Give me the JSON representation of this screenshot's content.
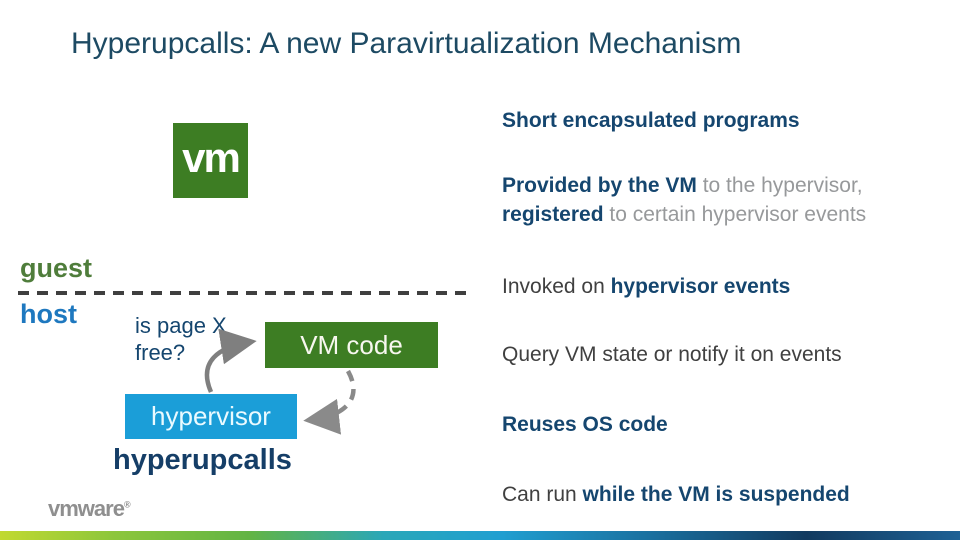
{
  "title": "Hyperupcalls: A new Paravirtualization Mechanism",
  "diagram": {
    "vm_logo_text": "vm",
    "guest_label": "guest",
    "host_label": "host",
    "question_line1": "is page X",
    "question_line2": "free?",
    "vm_code_label": "VM code",
    "hypervisor_label": "hypervisor",
    "caption": "hyperupcalls",
    "arrows": [
      {
        "name": "call-arrow",
        "style": "solid"
      },
      {
        "name": "return-arrow",
        "style": "dashed"
      }
    ]
  },
  "key_points": [
    {
      "segments": [
        {
          "text": "Short encapsulated programs",
          "style": "emphasis"
        }
      ]
    },
    {
      "segments": [
        {
          "text": "Provided by the VM",
          "style": "emphasis"
        },
        {
          "text": " to the hypervisor, ",
          "style": "muted"
        },
        {
          "text": "registered",
          "style": "emphasis"
        },
        {
          "text": " to certain hypervisor events",
          "style": "muted"
        }
      ]
    },
    {
      "segments": [
        {
          "text": "Invoked on ",
          "style": "body-text"
        },
        {
          "text": "hypervisor events",
          "style": "emphasis"
        }
      ]
    },
    {
      "segments": [
        {
          "text": "Query VM state or notify it on events",
          "style": "body-text"
        }
      ]
    },
    {
      "segments": [
        {
          "text": "Reuses OS code",
          "style": "emphasis"
        }
      ]
    },
    {
      "segments": [
        {
          "text": "Can run ",
          "style": "body-text"
        },
        {
          "text": "while the VM is suspended",
          "style": "emphasis"
        }
      ]
    }
  ],
  "footer": {
    "logo_text": "vmware",
    "registered_mark": "®"
  },
  "colors": {
    "title_navy": "#1d4a63",
    "emphasis_navy": "#15466f",
    "brand_green": "#3d7d23",
    "guest_green": "#4f7d3b",
    "host_blue": "#1e78bf",
    "hypervisor_blue": "#1b9ed8",
    "body_gray": "#404040",
    "muted_gray": "#97999b",
    "arrow_gray": "#808080",
    "logo_gray": "#8f8f8f"
  }
}
